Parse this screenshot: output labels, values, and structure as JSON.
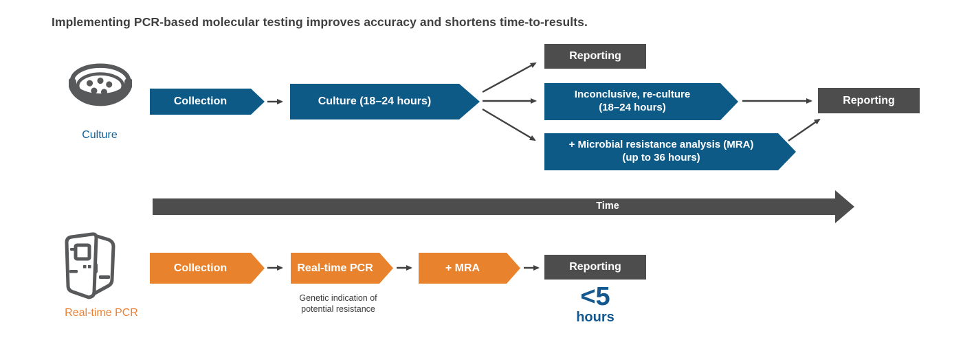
{
  "title": "Implementing PCR-based molecular testing improves accuracy and shortens time-to-results.",
  "colors": {
    "blue": "#0d5a87",
    "orange": "#e8822c",
    "dark_gray": "#4d4d4d",
    "arrow_gray": "#414141",
    "icon_gray": "#58595b",
    "duration_blue": "#14588f",
    "culture_label_blue": "#0e6197",
    "pcr_label_orange": "#ed8133"
  },
  "culture_track": {
    "icon": "petri-dish-icon",
    "label": "Culture",
    "collection": "Collection",
    "culture_step": "Culture (18–24 hours)",
    "reporting_top": "Reporting",
    "inconclusive_line1": "Inconclusive, re-culture",
    "inconclusive_line2": "(18–24 hours)",
    "mra_line1": "+ Microbial resistance analysis (MRA)",
    "mra_line2": "(up to 36 hours)",
    "reporting_final": "Reporting"
  },
  "time_axis": {
    "label": "Time"
  },
  "pcr_track": {
    "icon": "pcr-instrument-icon",
    "label": "Real-time PCR",
    "collection": "Collection",
    "realtime_pcr": "Real-time PCR",
    "mra": "+ MRA",
    "reporting": "Reporting",
    "note_line1": "Genetic indication of",
    "note_line2": "potential resistance",
    "duration_value": "<5",
    "duration_unit": "hours"
  }
}
